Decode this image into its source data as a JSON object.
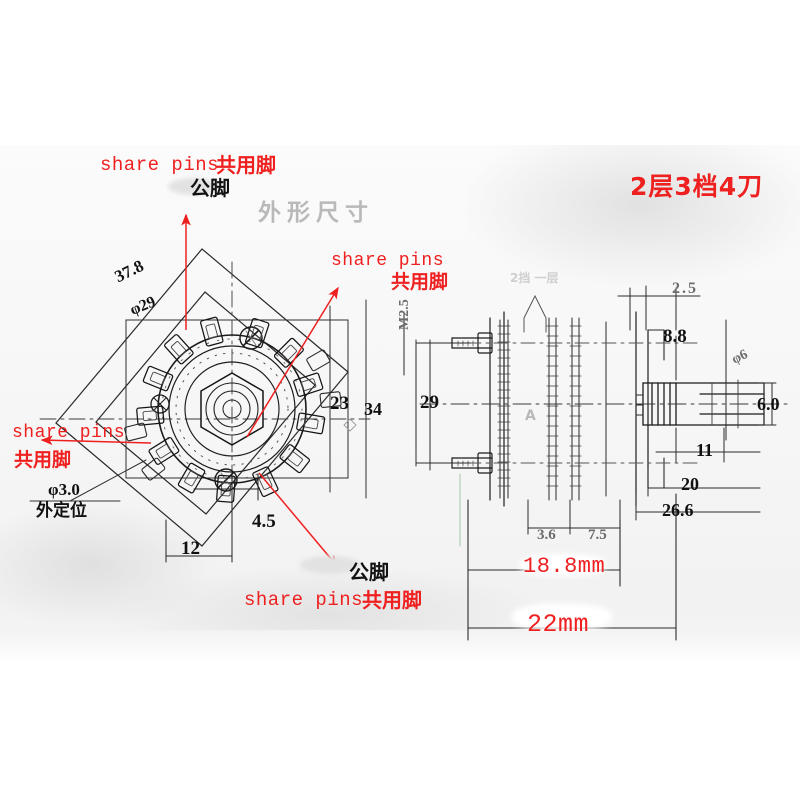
{
  "drawing": {
    "sheet_title": "外形尺寸",
    "spec_title": "2层3档4刀",
    "layer_note": "2挡 一层",
    "section_mark": "A"
  },
  "annotations": {
    "top": {
      "en": "share pins",
      "cn": "共用脚",
      "black_cn": "公脚"
    },
    "upper_right": {
      "en": "share pins",
      "cn": "共用脚"
    },
    "left": {
      "en": "share pins",
      "cn": "共用脚"
    },
    "bottom": {
      "en": "share pins",
      "cn": "共用脚",
      "black_cn": "公脚"
    }
  },
  "dimensions": {
    "front_view": [
      {
        "name": "diagonal",
        "value": "37.8"
      },
      {
        "name": "body-diameter",
        "value": "φ29"
      },
      {
        "name": "pitch-circle",
        "value": "23"
      },
      {
        "name": "body-width",
        "value": "34"
      },
      {
        "name": "locator-offset",
        "value": "12"
      },
      {
        "name": "pin-pitch",
        "value": "4.5"
      },
      {
        "name": "locator-hole",
        "value": "φ3.0"
      },
      {
        "name": "locator-note",
        "value": "外定位"
      }
    ],
    "side_view": [
      {
        "name": "body-height",
        "value": "29"
      },
      {
        "name": "thread-spec",
        "value": "M2.5"
      },
      {
        "name": "bushing-length",
        "value": "2.5"
      },
      {
        "name": "shaft-flat",
        "value": "8.8"
      },
      {
        "name": "shaft-diameter",
        "value": "φ6"
      },
      {
        "name": "shaft-flat-width",
        "value": "6.0"
      },
      {
        "name": "shaft-length-11",
        "value": "11"
      },
      {
        "name": "shaft-length-20",
        "value": "20"
      },
      {
        "name": "overall-26-6",
        "value": "26.6"
      },
      {
        "name": "wafer-gap-1",
        "value": "3.6"
      },
      {
        "name": "wafer-gap-2",
        "value": "7.5"
      }
    ],
    "red_callouts": [
      {
        "name": "depth-18-8",
        "value": "18.8mm"
      },
      {
        "name": "depth-22",
        "value": "22mm"
      }
    ]
  }
}
